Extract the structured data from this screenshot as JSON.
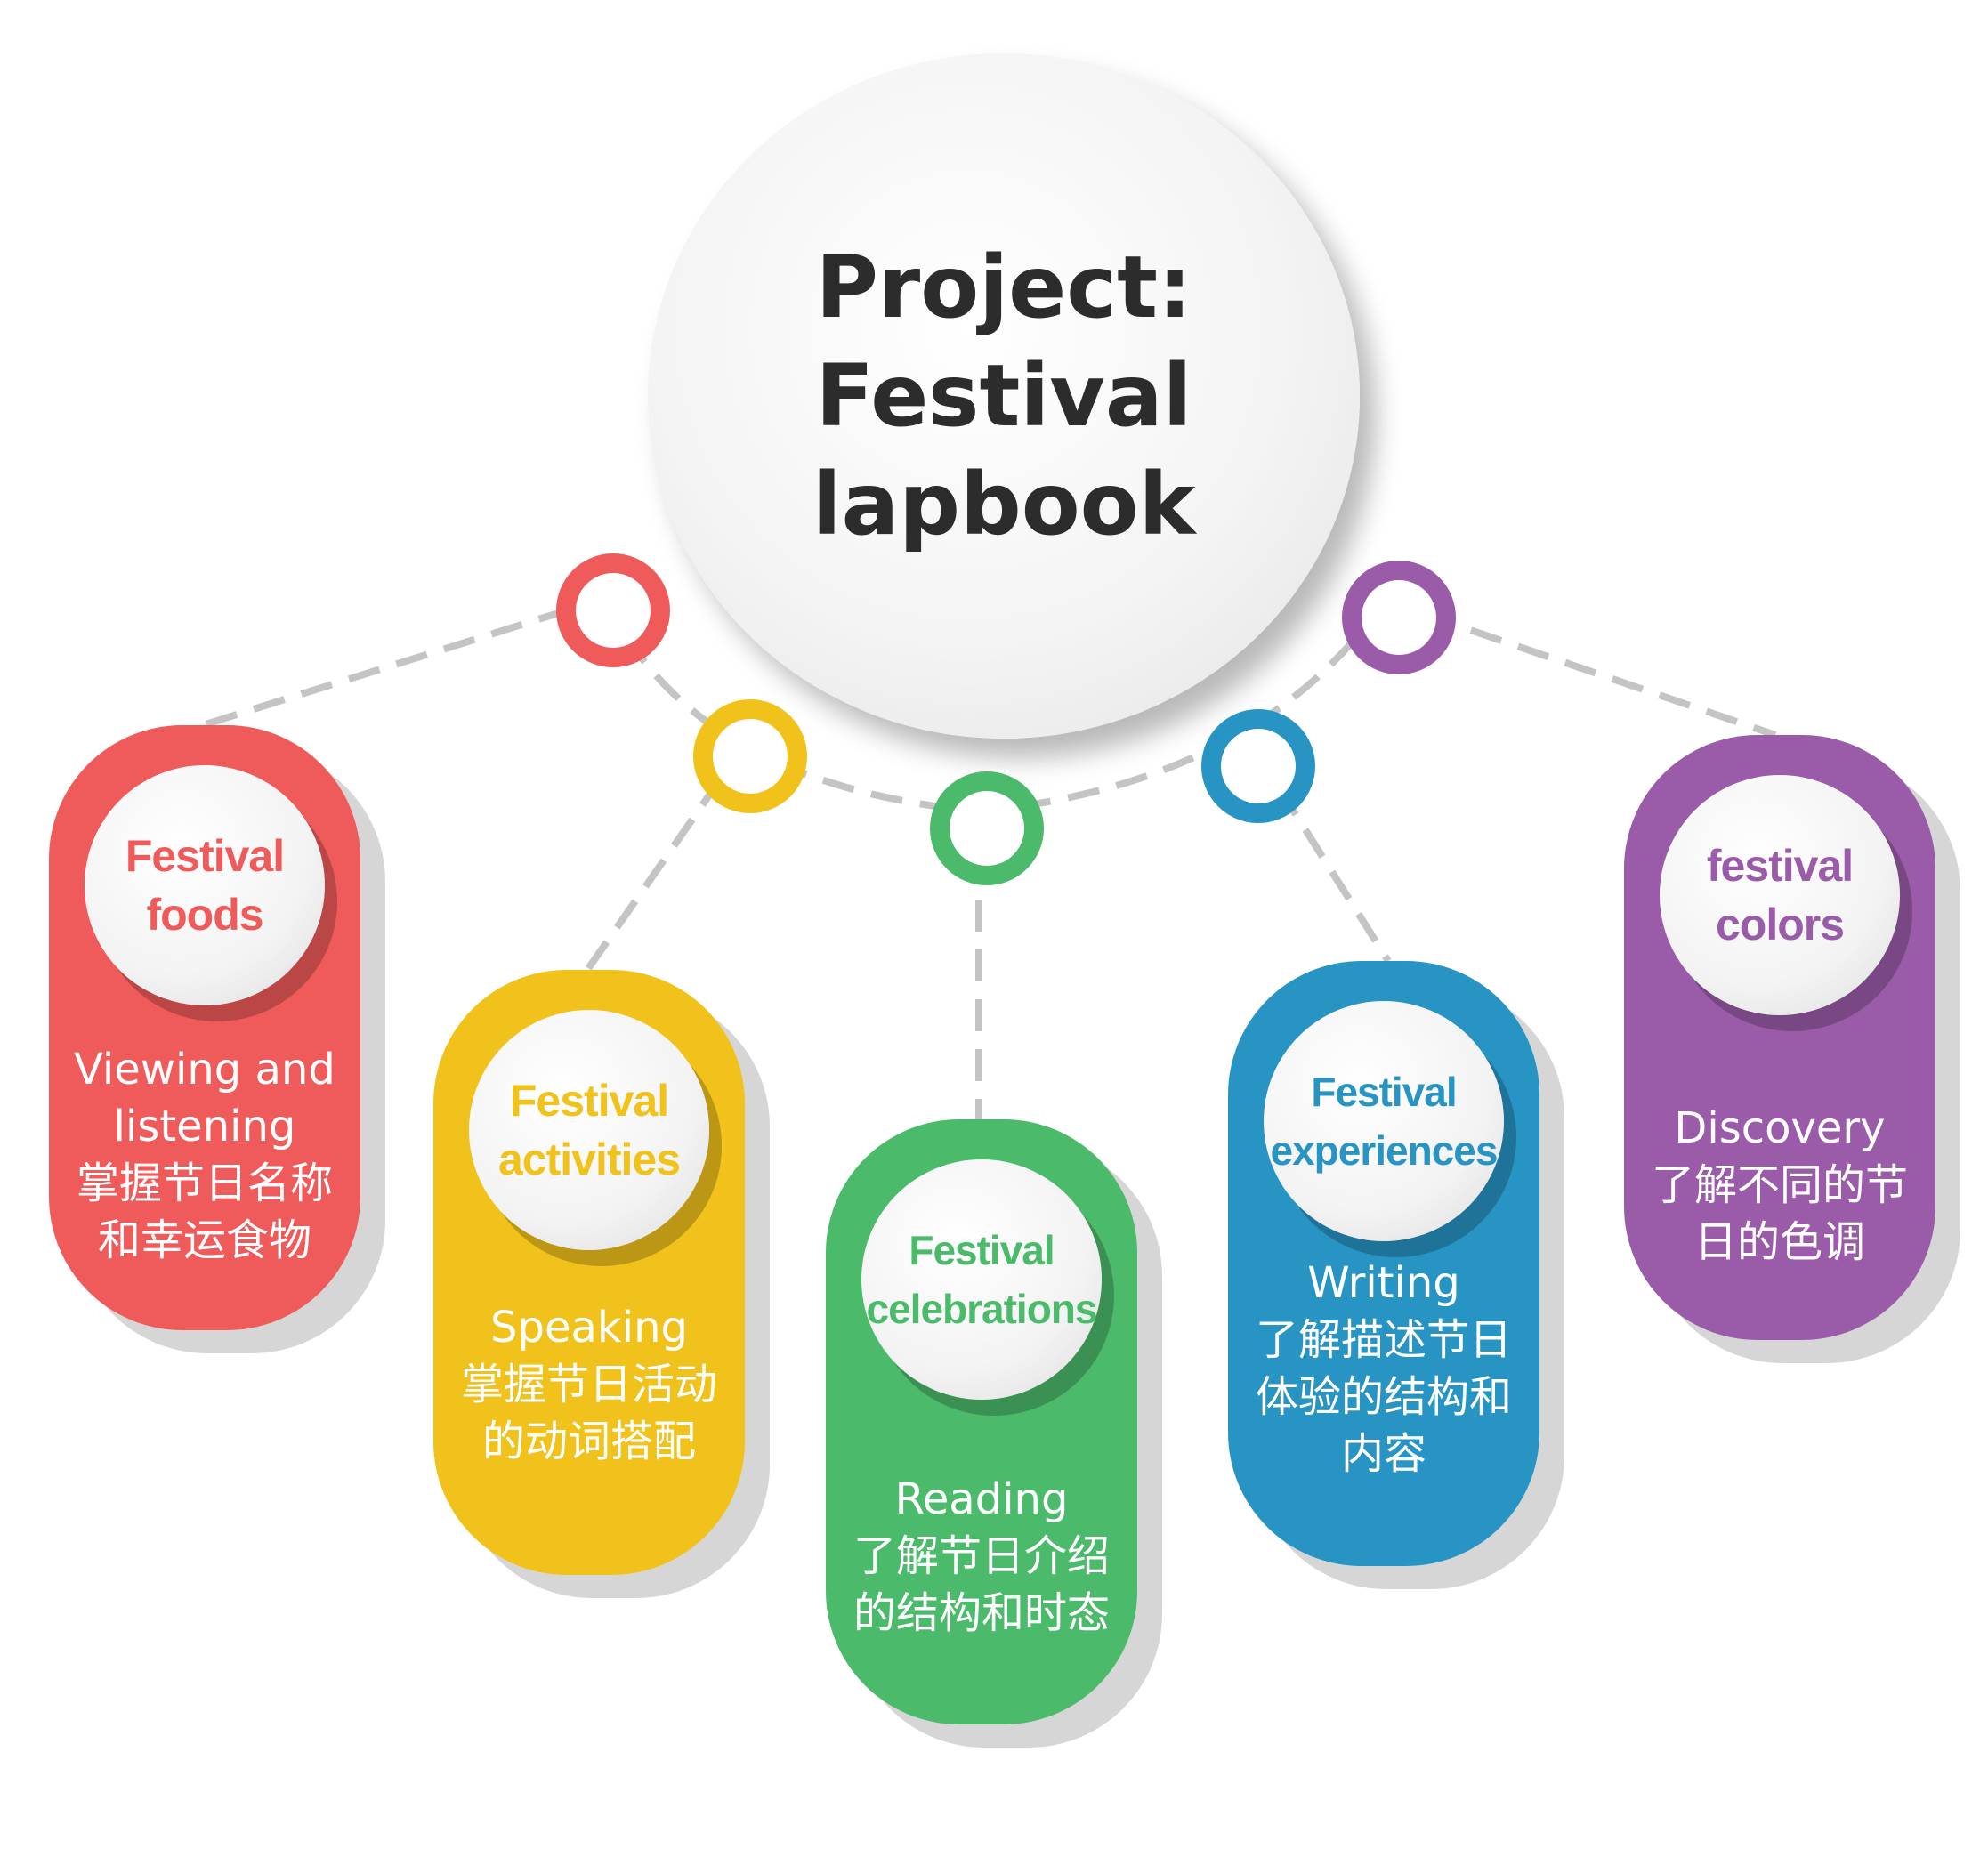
{
  "title": "Project: Festival lapbook",
  "colors": {
    "red": "#ef5a5a",
    "yellow": "#f1c21b",
    "green": "#4cba6b",
    "blue": "#2894c3",
    "purple": "#9a5ca9",
    "connector": "#c4c4c4",
    "hub_text": "#2c2c2c"
  },
  "nodes": [
    {
      "label": "Festival foods",
      "skill": "Viewing and listening",
      "detail": "掌握节日名称和幸运食物",
      "color": "#ef5a5a"
    },
    {
      "label": "Festival activities",
      "skill": "Speaking",
      "detail": "掌握节日活动的动词搭配",
      "color": "#f1c21b"
    },
    {
      "label": "Festival celebrations",
      "skill": "Reading",
      "detail": "了解节日介绍的结构和时态",
      "color": "#4cba6b"
    },
    {
      "label": "Festival experiences",
      "skill": "Writing",
      "detail": "了解描述节日体验的结构和内容",
      "color": "#2894c3"
    },
    {
      "label": "festival colors",
      "skill": "Discovery",
      "detail": "了解不同的节日的色调",
      "color": "#9a5ca9"
    }
  ]
}
